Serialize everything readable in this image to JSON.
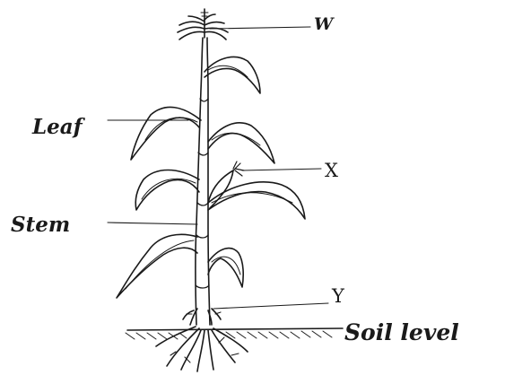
{
  "labels": {
    "w": "W",
    "x": "X",
    "y": "Y",
    "leaf": "Leaf",
    "stem": "Stem",
    "soil_level": "Soil level"
  },
  "colors": {
    "ink": "#1a1a1a",
    "background": "#ffffff"
  }
}
